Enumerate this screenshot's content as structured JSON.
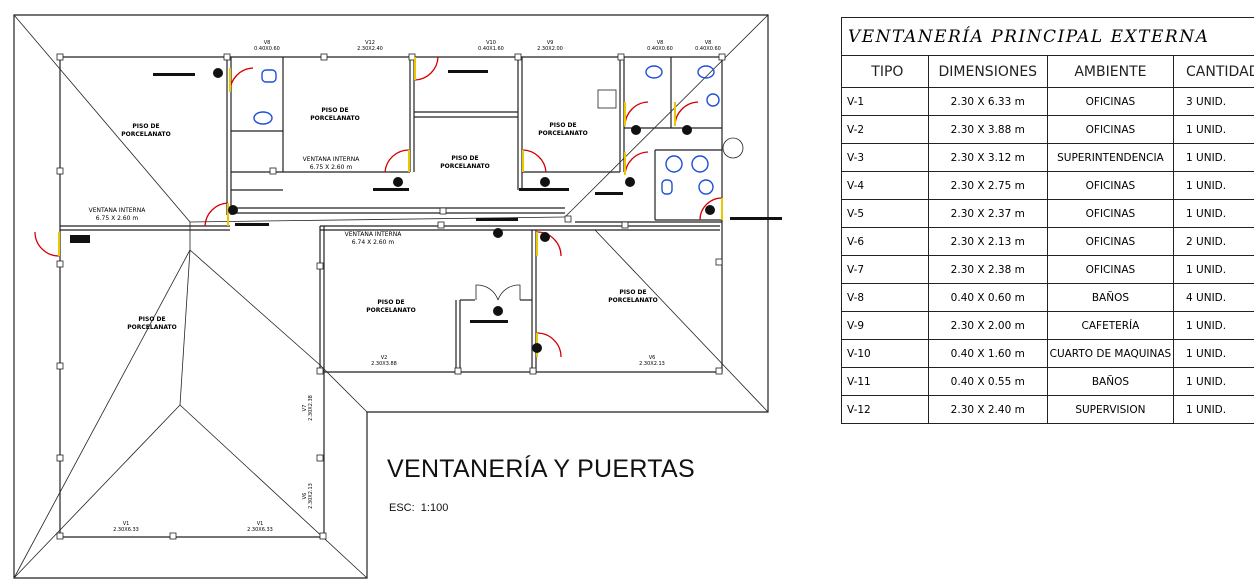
{
  "drawing": {
    "title": "VENTANERÍA Y PUERTAS",
    "scale": "ESC:  1:100",
    "floor_labels": [
      "PISO DE",
      "PORCELANATO"
    ],
    "interior_windows": [
      {
        "name": "VENTANA INTERNA",
        "dims": "6.75 X 2.60 m"
      },
      {
        "name": "VENTANA INTERNA",
        "dims": "6.75 X 2.60 m"
      },
      {
        "name": "VENTANA INTERNA",
        "dims": "6.74 X 2.60 m"
      }
    ],
    "window_tags": [
      {
        "tag": "V8",
        "dims": "0.40X0.60"
      },
      {
        "tag": "V12",
        "dims": "2.30X2.40"
      },
      {
        "tag": "V10",
        "dims": "0.40X1.60"
      },
      {
        "tag": "V9",
        "dims": "2.30X2.00"
      },
      {
        "tag": "V8",
        "dims": "0.40X0.60"
      },
      {
        "tag": "V8",
        "dims": "0.40X0.60"
      },
      {
        "tag": "V2",
        "dims": "2.30X3.88"
      },
      {
        "tag": "V6",
        "dims": "2.30X2.13"
      },
      {
        "tag": "V1",
        "dims": "2.30X6.33"
      },
      {
        "tag": "V1",
        "dims": "2.30X6.33"
      },
      {
        "tag": "V7",
        "dims": "2.30X2.38"
      },
      {
        "tag": "V6",
        "dims": "2.30X2.13"
      }
    ]
  },
  "schedule": {
    "title": "VENTANERÍA  PRINCIPAL  EXTERNA",
    "columns": [
      "TIPO",
      "DIMENSIONES",
      "AMBIENTE",
      "CANTIDAD"
    ],
    "rows": [
      {
        "tipo": "V-1",
        "dim": "2.30 X 6.33 m",
        "amb": "OFICINAS",
        "cant": "3 UNID."
      },
      {
        "tipo": "V-2",
        "dim": "2.30 X 3.88 m",
        "amb": "OFICINAS",
        "cant": "1 UNID."
      },
      {
        "tipo": "V-3",
        "dim": "2.30 X 3.12 m",
        "amb": "SUPERINTENDENCIA",
        "cant": "1 UNID."
      },
      {
        "tipo": "V-4",
        "dim": "2.30 X 2.75 m",
        "amb": "OFICINAS",
        "cant": "1 UNID."
      },
      {
        "tipo": "V-5",
        "dim": "2.30 X 2.37 m",
        "amb": "OFICINAS",
        "cant": "1 UNID."
      },
      {
        "tipo": "V-6",
        "dim": "2.30 X 2.13 m",
        "amb": "OFICINAS",
        "cant": "2 UNID."
      },
      {
        "tipo": "V-7",
        "dim": "2.30 X 2.38 m",
        "amb": "OFICINAS",
        "cant": "1 UNID."
      },
      {
        "tipo": "V-8",
        "dim": "0.40 X 0.60 m",
        "amb": "BAÑOS",
        "cant": "4 UNID."
      },
      {
        "tipo": "V-9",
        "dim": "2.30 X 2.00 m",
        "amb": "CAFETERÍA",
        "cant": "1 UNID."
      },
      {
        "tipo": "V-10",
        "dim": "0.40 X 1.60 m",
        "amb": "CUARTO DE MAQUINAS",
        "cant": "1 UNID."
      },
      {
        "tipo": "V-11",
        "dim": "0.40 X 0.55 m",
        "amb": "BAÑOS",
        "cant": "1 UNID."
      },
      {
        "tipo": "V-12",
        "dim": "2.30 X 2.40 m",
        "amb": "SUPERVISION",
        "cant": "1 UNID."
      }
    ]
  }
}
